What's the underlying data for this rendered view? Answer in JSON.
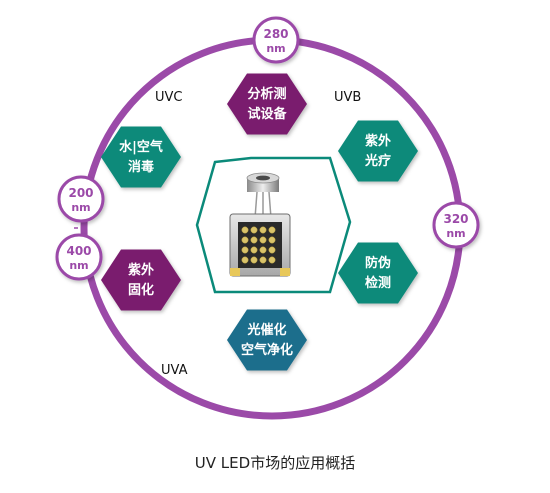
{
  "zones": {
    "uvc": "UVC",
    "uvb": "UVB",
    "uva": "UVA"
  },
  "wavelengths": [
    {
      "value": "280",
      "unit": "nm"
    },
    {
      "value": "320",
      "unit": "nm"
    },
    {
      "value": "200",
      "unit": "nm"
    },
    {
      "value": "400",
      "unit": "nm"
    }
  ],
  "applications": [
    {
      "line1": "分析测",
      "line2": "试设备",
      "color": "#7a1f6e"
    },
    {
      "line1": "紫外",
      "line2": "光疗",
      "color": "#0b8a7a"
    },
    {
      "line1": "防伪",
      "line2": "检测",
      "color": "#0b8a7a"
    },
    {
      "line1": "光催化",
      "line2": "空气净化",
      "color": "#1b6e8c"
    },
    {
      "line1": "紫外",
      "line2": "固化",
      "color": "#7a1f6e"
    },
    {
      "line1": "水|空气",
      "line2": "消毒",
      "color": "#0b8a7a"
    }
  ],
  "colors": {
    "ring": "#9b4aa8",
    "center_outline": "#0b8a7a",
    "badge_fill": "#ffffff",
    "badge_text": "#9b4aa8"
  },
  "caption": "UV LED市场的应用概括"
}
